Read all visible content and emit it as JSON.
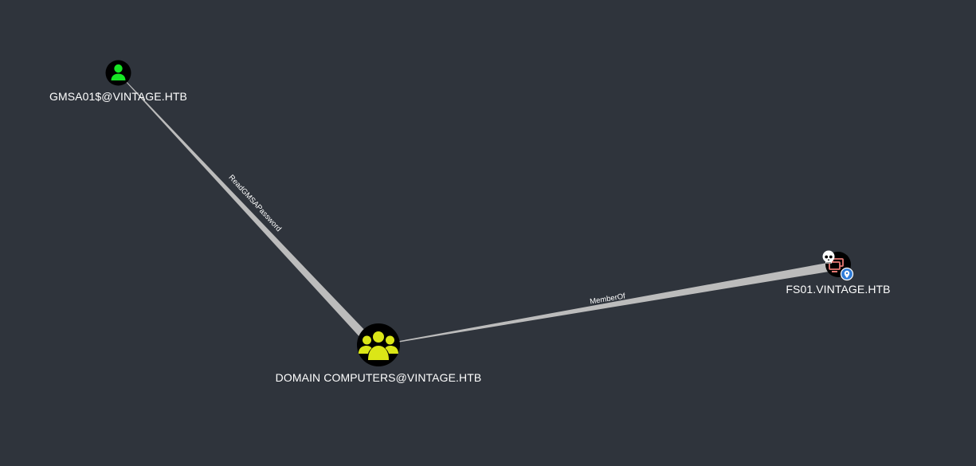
{
  "graph": {
    "background": "#2f343c",
    "nodes": {
      "gmsa": {
        "label": "GMSA01$@VINTAGE.HTB",
        "kind": "user",
        "icon": "user-icon",
        "icon_color": "#17e625"
      },
      "domain_computers": {
        "label": "DOMAIN COMPUTERS@VINTAGE.HTB",
        "kind": "group",
        "icon": "group-icon",
        "icon_color": "#dbe617"
      },
      "fs01": {
        "label": "FS01.VINTAGE.HTB",
        "kind": "computer",
        "icon": "computer-icon",
        "icon_color": "#e67873",
        "badges": [
          "skull-icon",
          "location-pin-icon"
        ]
      }
    },
    "edges": [
      {
        "label": "ReadGMSAPassword",
        "from": "gmsa",
        "to": "domain_computers"
      },
      {
        "label": "MemberOf",
        "from": "domain_computers",
        "to": "fs01"
      }
    ],
    "edge_color": "#bcbcbc"
  }
}
